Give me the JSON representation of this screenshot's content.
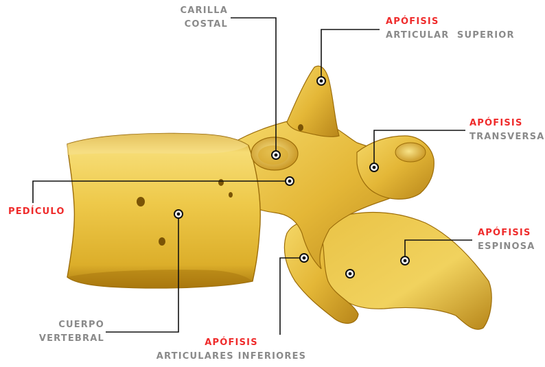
{
  "colors": {
    "bone_light": "#f3d66a",
    "bone_mid": "#dcae2a",
    "bone_dark": "#a9780e",
    "leader": "#111111",
    "accent_red": "#ef2b2b",
    "label_gray": "#8a8a8a"
  },
  "labels": {
    "carilla_costal": {
      "line1": "CARILLA",
      "line2": "COSTAL"
    },
    "articular_superior": {
      "line1": "APÓFISIS",
      "line2": "ARTICULAR  SUPERIOR"
    },
    "transversa": {
      "line1": "APÓFISIS",
      "line2": "TRANSVERSA"
    },
    "pediculo": {
      "line1": "PEDÍCULO"
    },
    "espinosa": {
      "line1": "APÓFISIS",
      "line2": "ESPINOSA"
    },
    "cuerpo_vertebral": {
      "line1": "CUERPO",
      "line2": "VERTEBRAL"
    },
    "articulares_inferiores": {
      "line1": "APÓFISIS",
      "line2": "ARTICULARES INFERIORES"
    }
  }
}
